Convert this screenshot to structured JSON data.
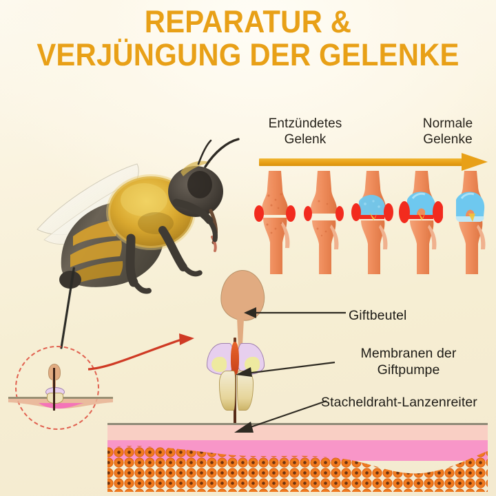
{
  "poster": {
    "title_line_1": "REPARATUR &",
    "title_line_2": "VERJÜNGUNG DER GELENKE",
    "title_color": "#e8a017",
    "background_color": "#faf3df"
  },
  "progression": {
    "left_label": "Entzündetes\nGelenk",
    "left_label_line_1": "Entzündetes",
    "left_label_line_2": "Gelenk",
    "right_label_line_1": "Normale",
    "right_label_line_2": "Gelenke",
    "arrow_direction": "left-to-right",
    "arrow_color": "#e8a017",
    "stages": [
      {
        "index": 1,
        "state": "inflamed",
        "cartilage": "none",
        "inflammation": "severe"
      },
      {
        "index": 2,
        "state": "degraded",
        "cartilage": "none",
        "inflammation": "high"
      },
      {
        "index": 3,
        "state": "partial-repair",
        "cartilage": "partial",
        "inflammation": "moderate"
      },
      {
        "index": 4,
        "state": "repairing",
        "cartilage": "mostly",
        "inflammation": "low"
      },
      {
        "index": 5,
        "state": "normal",
        "cartilage": "full",
        "inflammation": "none"
      }
    ]
  },
  "stinger_labels": [
    {
      "id": "venom-sac",
      "text": "Giftbeutel"
    },
    {
      "id": "venom-pump-membranes",
      "line_1": "Membranen der",
      "line_2": "Giftpumpe"
    },
    {
      "id": "barbed-lancets",
      "text": "Stacheldraht-Lanzenreiter"
    }
  ],
  "bee": {
    "name": "honeybee-photo",
    "alt": "Honigbiene"
  },
  "inset": {
    "name": "sting-site-closeup",
    "callout_color": "#e05a4a"
  },
  "skin": {
    "epidermis_color": "#f9cfc4",
    "dermis_color": "#f896c8",
    "cell_color": "#ef7722"
  }
}
